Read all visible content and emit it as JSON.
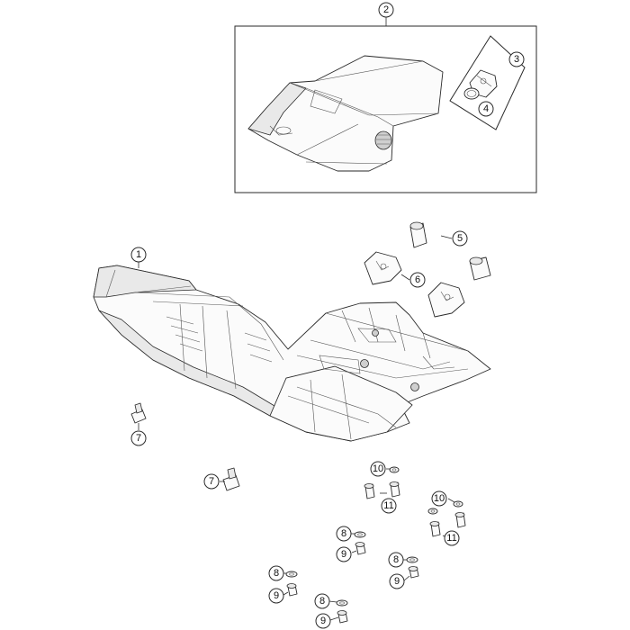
{
  "callouts": {
    "c1": "1",
    "c2": "2",
    "c3": "3",
    "c4": "4",
    "c5": "5",
    "c6": "6",
    "c7a": "7",
    "c7b": "7",
    "c8a": "8",
    "c8b": "8",
    "c8c": "8",
    "c8d": "8",
    "c9a": "9",
    "c9b": "9",
    "c9c": "9",
    "c9d": "9",
    "c10a": "10",
    "c10b": "10",
    "c11a": "11",
    "c11b": "11"
  }
}
